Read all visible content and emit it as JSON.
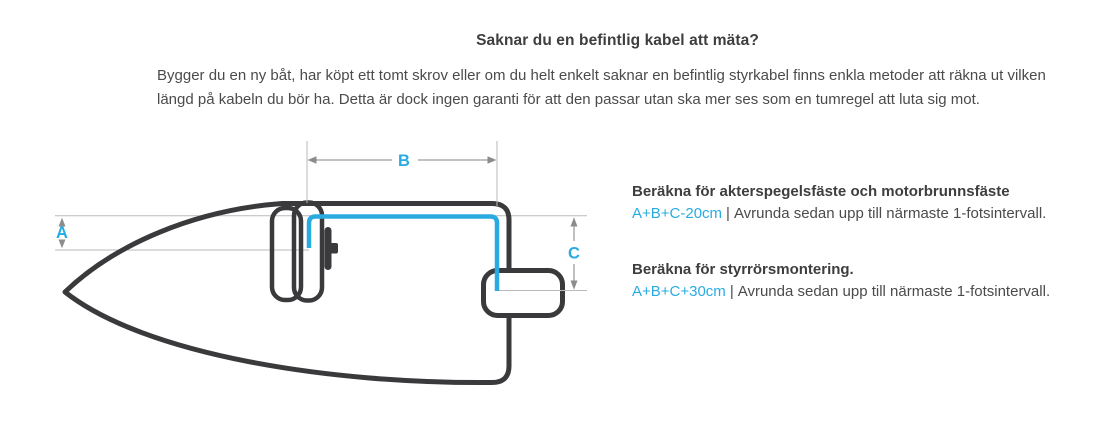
{
  "page": {
    "title": "Saknar du en befintlig kabel att mäta?",
    "intro": "Bygger du en ny båt, har köpt ett tomt skrov eller om du helt enkelt saknar en befintlig styrkabel finns enkla metoder att räkna ut vilken längd på kabeln du bör ha. Detta är dock ingen garanti för att den passar utan ska mer ses som en tumregel att luta sig mot."
  },
  "diagram": {
    "description": "Top view of a boat showing steering cable routing from helm console to outboard engine",
    "labels": {
      "a": "A",
      "b": "B",
      "c": "C"
    },
    "colors": {
      "outline": "#3a3a3c",
      "cable": "#29abe2",
      "dimension_line": "#bababa",
      "arrow": "#8c8c8c",
      "dimension_label": "#29abe2"
    }
  },
  "calculations": [
    {
      "heading": "Beräkna för akterspegelsfäste och motorbrunnsfäste",
      "formula": "A+B+C-20cm",
      "separator": "|",
      "note": "Avrunda sedan upp till närmaste 1-fotsintervall."
    },
    {
      "heading": "Beräkna för styrrörsmontering.",
      "formula": "A+B+C+30cm",
      "separator": "|",
      "note": "Avrunda sedan upp till närmaste 1-fotsintervall."
    }
  ]
}
